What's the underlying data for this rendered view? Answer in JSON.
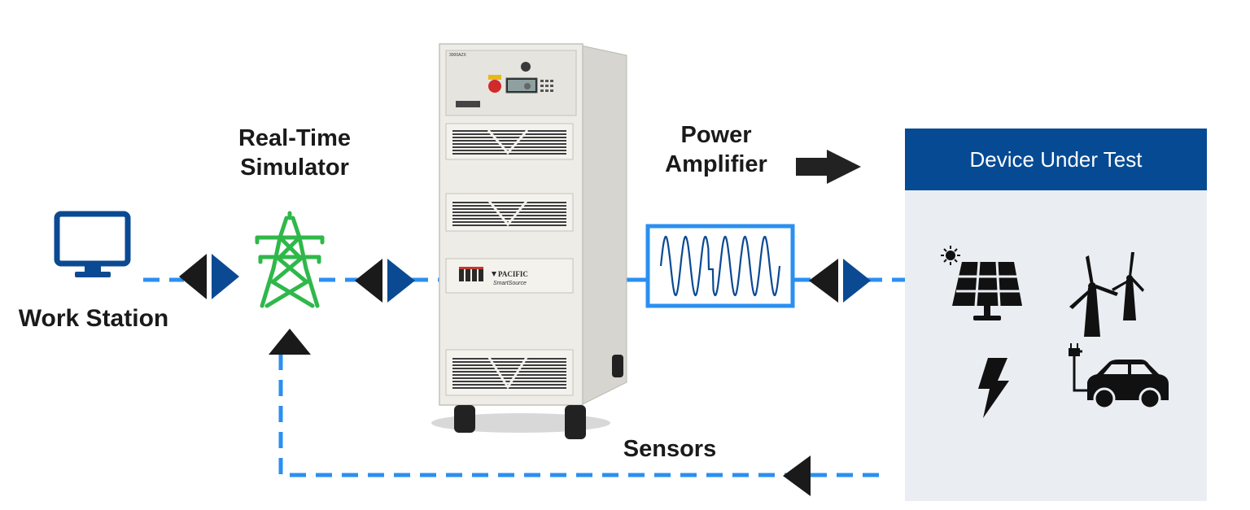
{
  "labels": {
    "work_station": "Work Station",
    "rts_line1": "Real-Time",
    "rts_line2": "Simulator",
    "amp_line1": "Power",
    "amp_line2": "Amplifier",
    "sensors": "Sensors",
    "dut_title": "Device Under Test"
  },
  "cabinet": {
    "brand": "PACIFIC",
    "product": "SmartSource",
    "model": "3000AZX"
  },
  "colors": {
    "dashed_line": "#2b8ff0",
    "dut_header": "#054a93",
    "dut_panel": "#eaeef2",
    "navy": "#0b4a93",
    "arrow_dark": "#1a1a1a",
    "tower_green": "#2fb84a",
    "signal_box": "#2b8ff0"
  },
  "icons": {
    "workstation": "monitor-icon",
    "simulator": "transmission-tower-icon",
    "amplifier": "power-amplifier-cabinet",
    "signal": "sine-wave-icon",
    "dut": [
      "solar-panel-icon",
      "wind-turbine-icon",
      "lightning-bolt-icon",
      "electric-car-icon"
    ]
  }
}
